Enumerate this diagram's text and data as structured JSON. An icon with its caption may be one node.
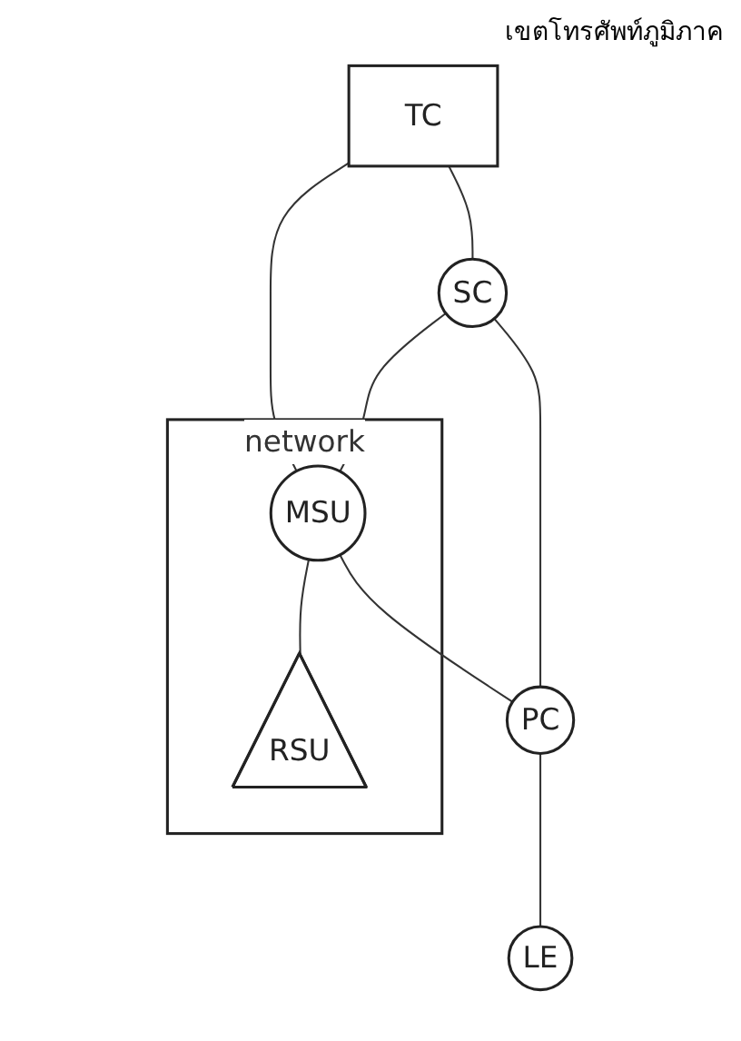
{
  "diagram": {
    "nodes": [
      {
        "text": [
          "TC"
        ]
      },
      {
        "text": [
          "network"
        ]
      },
      {
        "text": [
          "SC"
        ]
      },
      {
        "text": [
          "MSU"
        ],
        "in": 1
      },
      {
        "text": [
          "PC"
        ]
      },
      {
        "text": [
          "RSU"
        ],
        "in": 1
      },
      {
        "text": [
          "LE"
        ]
      }
    ],
    "edges": [
      {
        "from": 0,
        "to": 3,
        "arrow": "none"
      },
      {
        "from": 0,
        "to": 2,
        "arrow": "none"
      },
      {
        "from": 2,
        "to": 3,
        "arrow": "none"
      },
      {
        "from": 2,
        "to": 4,
        "arrow": "none"
      },
      {
        "from": 3,
        "to": 4,
        "arrow": "none"
      },
      {
        "from": 4,
        "to": 6,
        "arrow": "none"
      },
      {
        "from": 3,
        "to": 5,
        "arrow": "none"
      }
    ],
    "labels": [
      "เขตโทรศัพท์ภูมิภาค"
    ]
  }
}
